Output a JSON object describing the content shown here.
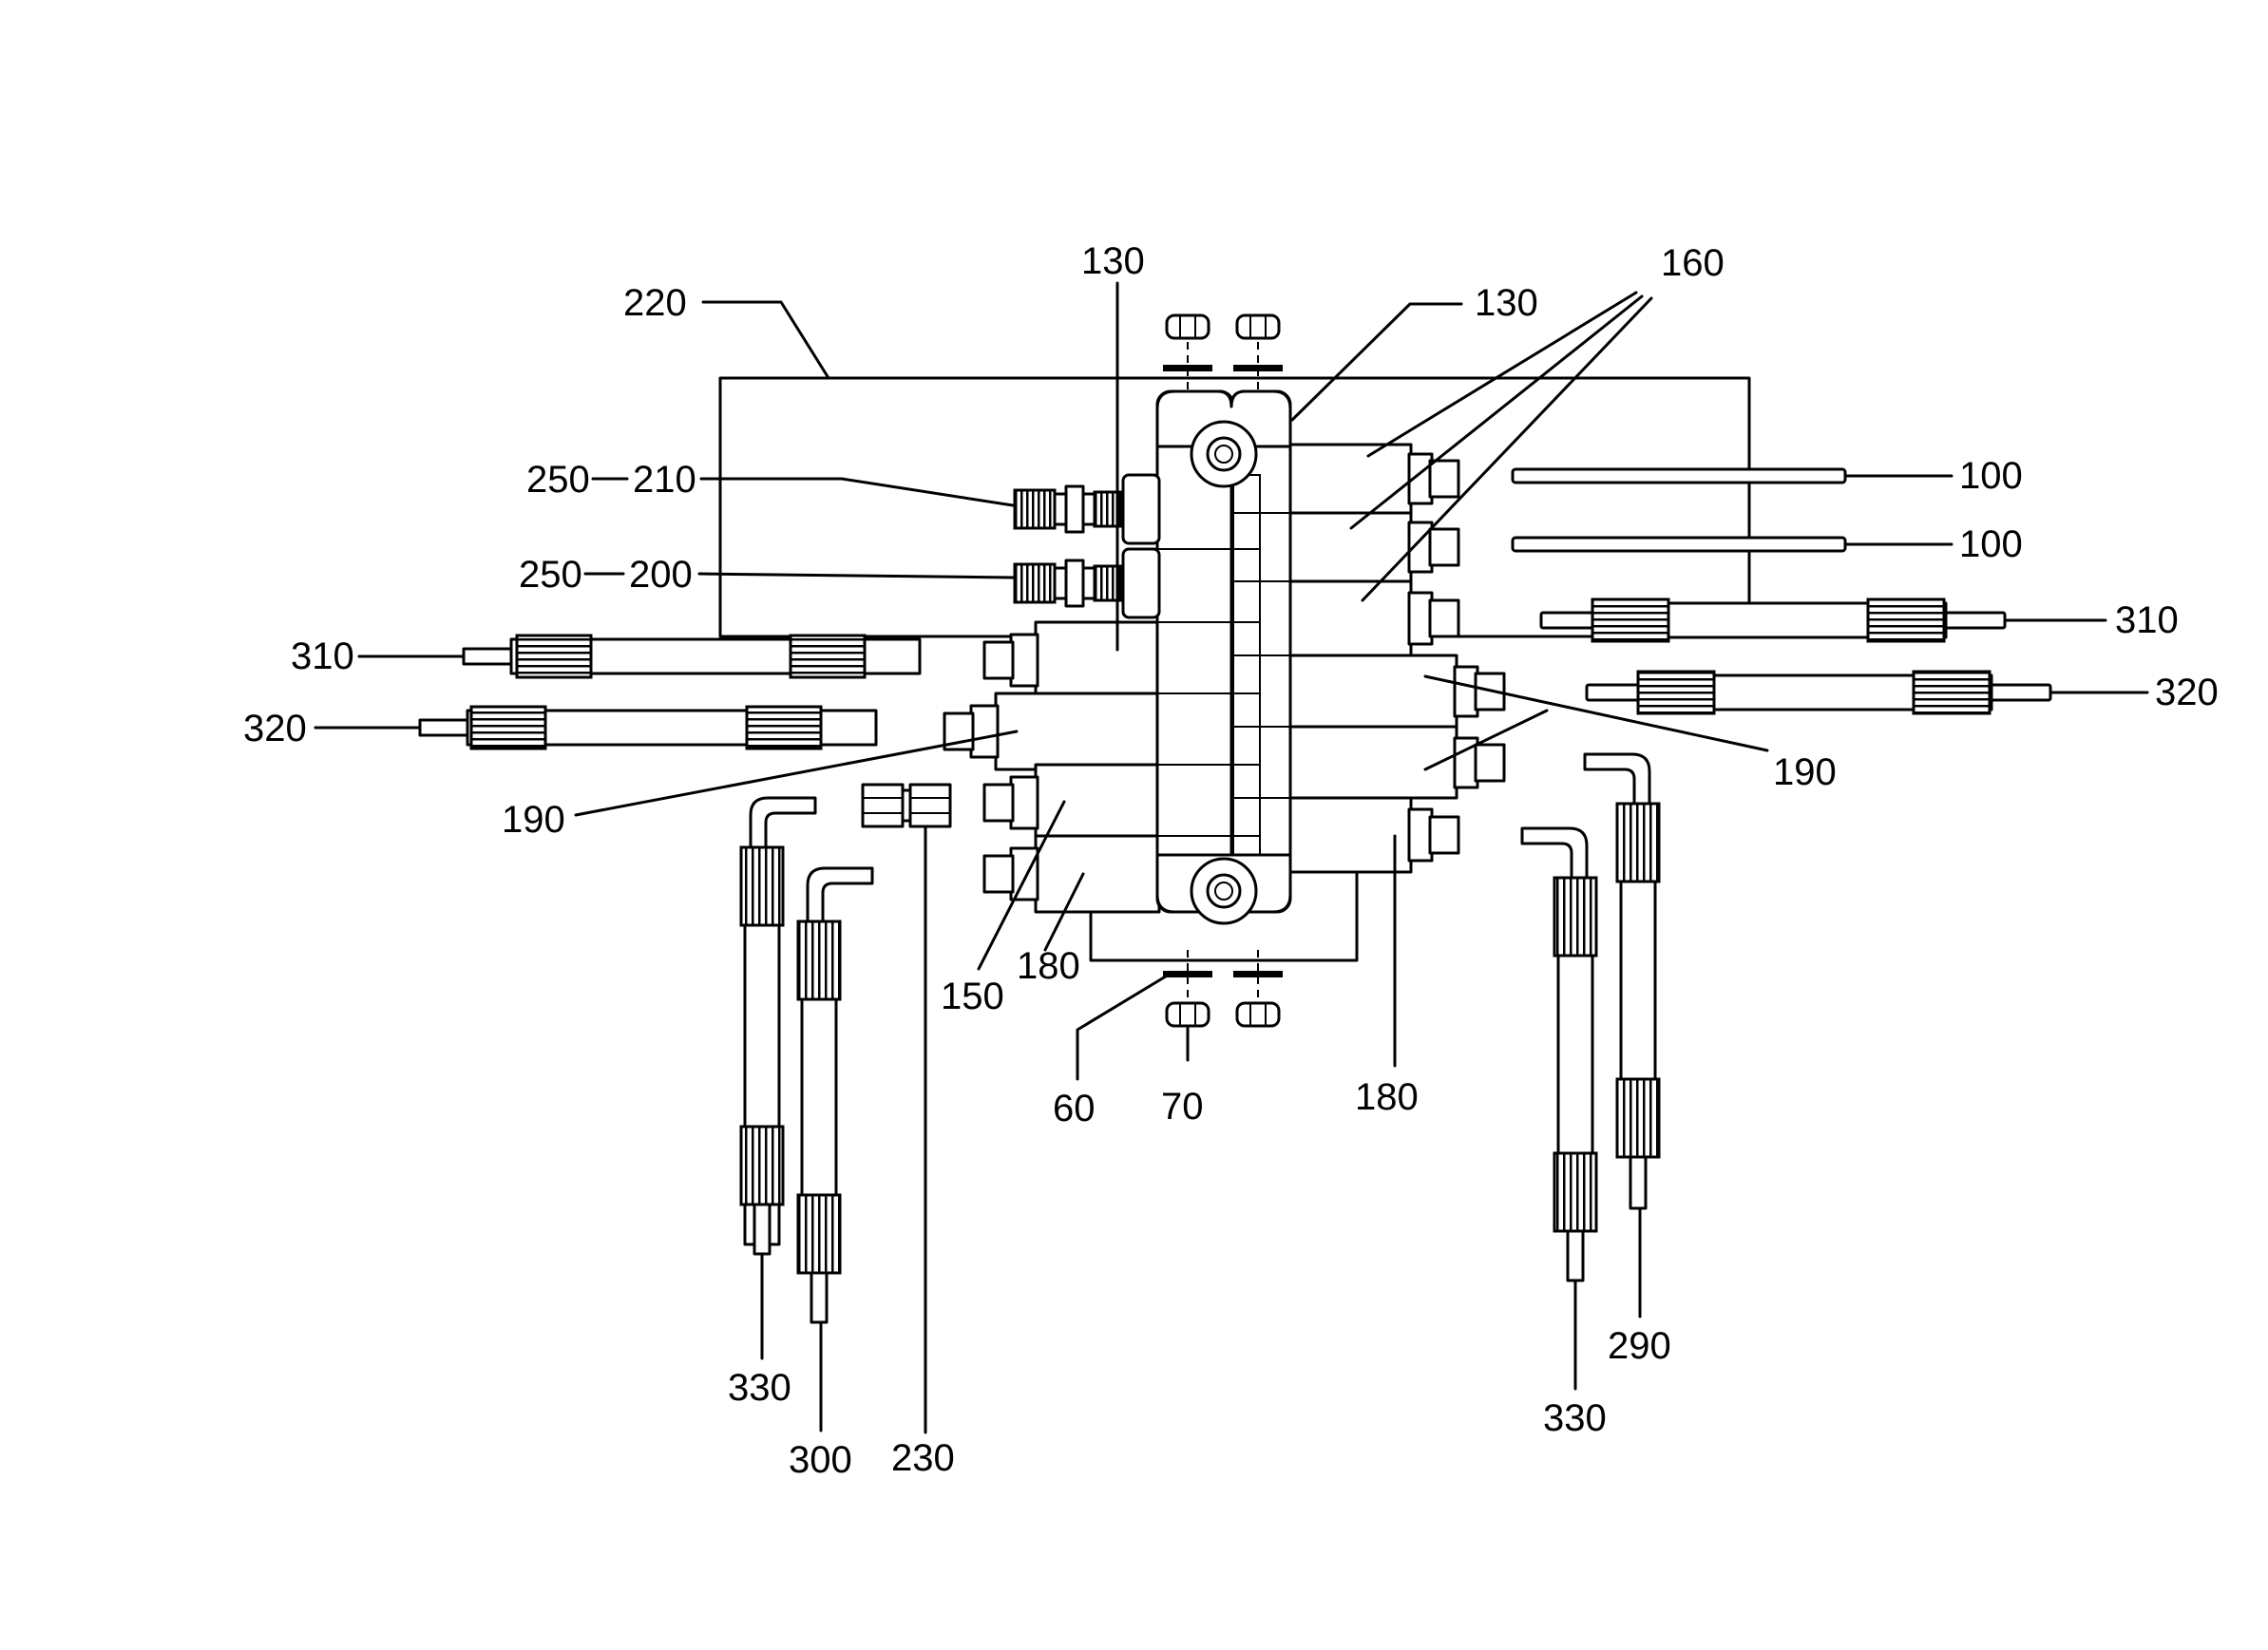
{
  "labels": {
    "l220": "220",
    "l130a": "130",
    "l130b": "130",
    "l160": "160",
    "l250a": "250",
    "l210": "210",
    "l250b": "250",
    "l200": "200",
    "l100a": "100",
    "l100b": "100",
    "l310a": "310",
    "l310b": "310",
    "l320a": "320",
    "l320b": "320",
    "l190a": "190",
    "l190b": "190",
    "l150": "150",
    "l180a": "180",
    "l180b": "180",
    "l60": "60",
    "l70": "70",
    "l330a": "330",
    "l330b": "330",
    "l300": "300",
    "l230": "230",
    "l290": "290"
  }
}
